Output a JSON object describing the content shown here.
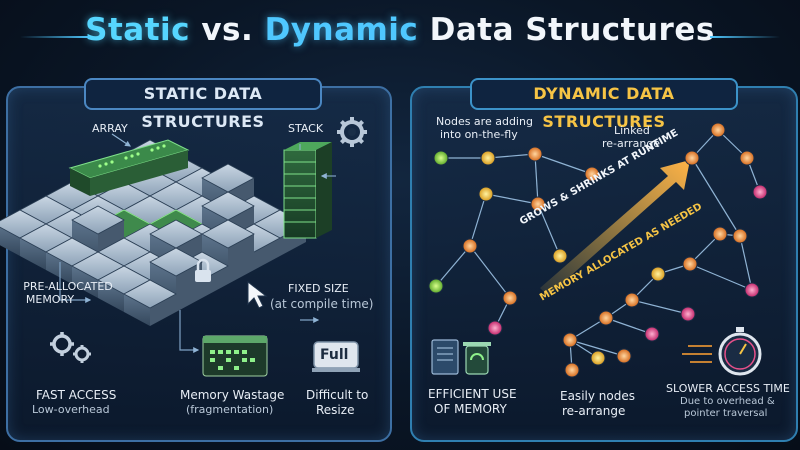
{
  "header": {
    "title_part1": "Static",
    "title_part2": "vs.",
    "title_part3": "Dynamic",
    "title_part4": "Data Structures"
  },
  "static_panel": {
    "heading": "STATIC DATA STRUCTURES",
    "array_label": "ARRAY",
    "stack_label": "STACK",
    "preallocated_line1": "PRE-ALLOCATED",
    "preallocated_line2": "MEMORY",
    "fixed_size_title": "FIXED SIZE",
    "fixed_size_sub": "(at compile time)",
    "fast_access_title": "FAST ACCESS",
    "fast_access_sub": "Low-overhead",
    "memory_wastage_title": "Memory Wastage",
    "memory_wastage_sub": "(fragmentation)",
    "full_badge": "Full",
    "difficult_line1": "Difficult to",
    "difficult_line2": "Resize"
  },
  "dynamic_panel": {
    "heading": "DYNAMIC DATA STRUCTURES",
    "nodes_adding_line1": "Nodes are adding",
    "nodes_adding_line2": "into on-the-fly",
    "linked_line1": "Linked",
    "linked_line2": "re-arrange",
    "grows_shrinks": "GROWS & SHRINKS AT RUNTIME",
    "memory_allocated": "MEMORY ALLOCATED AS NEEDED",
    "efficient_line1": "EFFICIENT USE",
    "efficient_line2": "OF MEMORY",
    "easily_line1": "Easily nodes",
    "easily_line2": "re-arrange",
    "slower_title": "SLOWER ACCESS TIME",
    "slower_sub1": "Due to overhead &",
    "slower_sub2": "pointer traversal"
  },
  "colors": {
    "accent_cyan": "#4fc8ff",
    "accent_yellow": "#f6c445",
    "node_green": "#9be04a",
    "node_yellow": "#f4c53a",
    "node_orange": "#f39a32",
    "node_pink": "#e8508a",
    "panel_border": "#3d6fa3"
  }
}
